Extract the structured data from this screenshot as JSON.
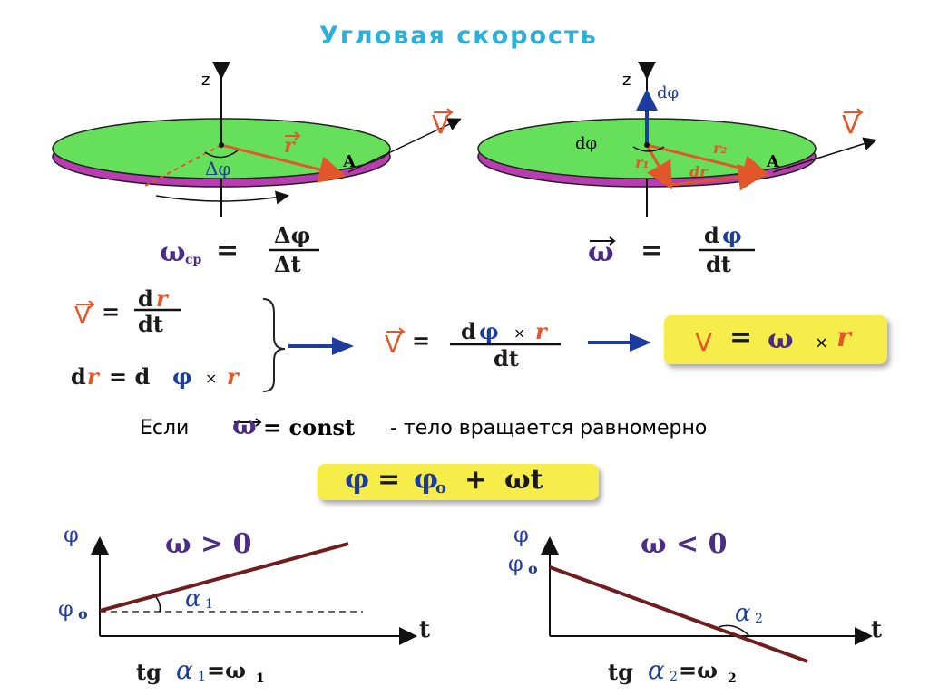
{
  "title": "Угловая скорость",
  "disk_left": {
    "z": "z",
    "r": "r",
    "dphi": "Δφ",
    "A": "A",
    "V": "V"
  },
  "disk_right": {
    "z": "z",
    "dphi_vec": "dφ",
    "dphi": "dφ",
    "r1": "r₁",
    "r2": "r₂",
    "dr": "dr",
    "A": "A",
    "V": "V"
  },
  "formulas": {
    "omega_avg_lhs": "ω",
    "omega_avg_sub": "cp",
    "omega_avg_eq": "=",
    "omega_avg_num": "Δφ",
    "omega_avg_den": "Δt",
    "omega_vec_lhs": "ω",
    "omega_vec_eq": "=",
    "omega_vec_num_d": "d",
    "omega_vec_num_phi": "φ",
    "omega_vec_den": "dt",
    "v_lhs": "V",
    "v_eq": "=",
    "v_num_d": "d",
    "v_num_r": "r",
    "v_den": "dt",
    "dr_d": "d",
    "dr_r": "r",
    "dr_eq": "= d",
    "dr_phi": "φ",
    "dr_x": "×",
    "dr_r2": "r",
    "mid_v": "V",
    "mid_eq": "=",
    "mid_num_d": "d",
    "mid_num_phi": "φ",
    "mid_num_x": "×",
    "mid_num_r": "r",
    "mid_den": "dt",
    "box_v": "V",
    "box_eq": "=",
    "box_omega": "ω",
    "box_x": "×",
    "box_r": "r"
  },
  "condition": {
    "if": "Если",
    "omega": "ω",
    "eq_const": "= const",
    "tail": "- тело вращается равномерно"
  },
  "law": {
    "phi": "φ",
    "eq": "=",
    "phi0": "φ",
    "phi0_sub": "o",
    "plus": "+",
    "omega_t": "ωt"
  },
  "graph_left": {
    "y_axis": "φ",
    "x_axis": "t",
    "phi0": "φ",
    "phi0_sub": "o",
    "cond": "ω > 0",
    "angle": "α",
    "angle_sub": "1",
    "caption_tg": "tg",
    "caption_alpha": "α",
    "caption_alpha_sub": "1",
    "caption_eq": "=ω",
    "caption_omega_sub": "1"
  },
  "graph_right": {
    "y_axis": "φ",
    "x_axis": "t",
    "phi0": "φ",
    "phi0_sub": "o",
    "cond": "ω < 0",
    "angle": "α",
    "angle_sub": "2",
    "caption_tg": "tg",
    "caption_alpha": "α",
    "caption_alpha_sub": "2",
    "caption_eq": "=ω",
    "caption_omega_sub": "2"
  },
  "colors": {
    "disk": "#66e05a",
    "disk_edge": "#b83db0",
    "title": "#2bb0d8",
    "vector": "#e2572a",
    "accent_blue": "#1c3d9e",
    "highlight": "#f6ec4a",
    "line": "#6e1e1e"
  }
}
